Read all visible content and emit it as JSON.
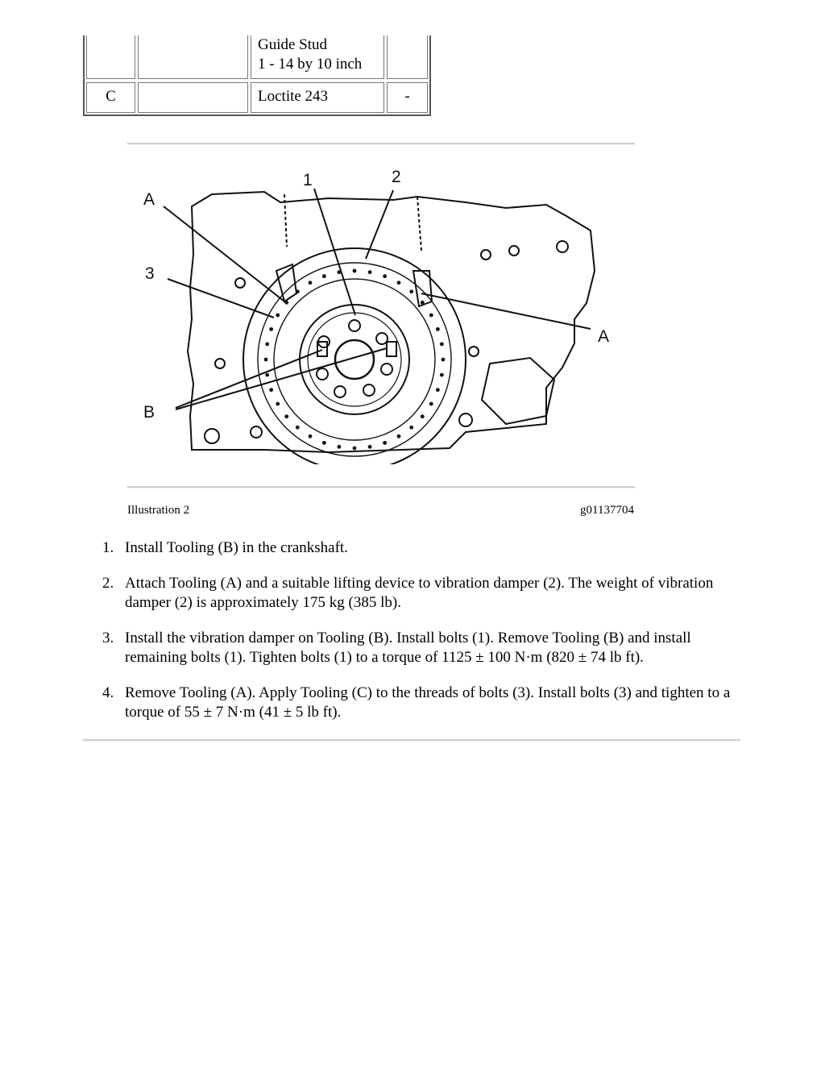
{
  "tool_table": {
    "rows": [
      {
        "col1": "",
        "col2": "",
        "col3_lines": [
          "Guide Stud",
          "1 - 14 by 10 inch"
        ],
        "col4": ""
      },
      {
        "col1": "C",
        "col2": "",
        "col3_lines": [
          "Loctite 243"
        ],
        "col4": "-"
      }
    ]
  },
  "figure": {
    "labels": {
      "one": "1",
      "two": "2",
      "a_left": "A",
      "a_right": "A",
      "three": "3",
      "b": "B"
    },
    "caption_left": "Illustration 2",
    "caption_right": "g01137704"
  },
  "steps": [
    {
      "num": "1.",
      "text": "Install Tooling (B) in the crankshaft."
    },
    {
      "num": "2.",
      "text": "Attach Tooling (A) and a suitable lifting device to vibration damper (2). The weight of vibration damper (2) is approximately 175 kg (385 lb)."
    },
    {
      "num": "3.",
      "text": "Install the vibration damper on Tooling (B). Install bolts (1). Remove Tooling (B) and install remaining bolts (1). Tighten bolts (1) to a torque of 1125 ± 100 N·m (820 ± 74 lb ft)."
    },
    {
      "num": "4.",
      "text": "Remove Tooling (A). Apply Tooling (C) to the threads of bolts (3). Install bolts (3) and tighten to a torque of 55 ± 7 N·m (41 ± 5 lb ft)."
    }
  ]
}
